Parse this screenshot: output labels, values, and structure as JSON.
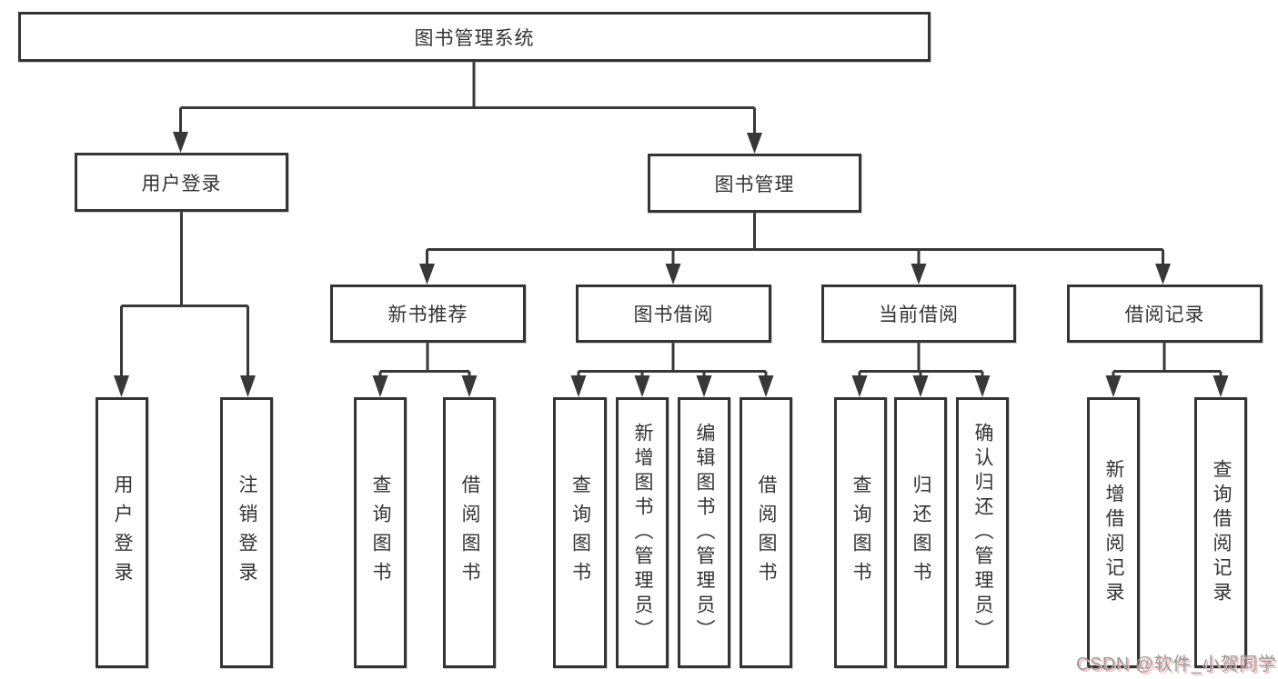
{
  "diagram": {
    "title_node": "图书管理系统",
    "nodes": {
      "root": "图书管理系统",
      "user_login": "用户登录",
      "book_mgmt": "图书管理",
      "new_book_rec": "新书推荐",
      "book_borrow": "图书借阅",
      "current_borrow": "当前借阅",
      "borrow_records": "借阅记录",
      "leaf_user_login": "用户登录",
      "leaf_logout": "注销登录",
      "leaf_query_book_1": "查询图书",
      "leaf_borrow_book_1": "借阅图书",
      "leaf_query_book_2": "查询图书",
      "leaf_add_book": "新增图书（管理员）",
      "leaf_edit_book": "编辑图书（管理员）",
      "leaf_borrow_book_2": "借阅图书",
      "leaf_query_book_3": "查询图书",
      "leaf_return_book": "归还图书",
      "leaf_confirm_return": "确认归还（管理员）",
      "leaf_add_record": "新增借阅记录",
      "leaf_query_record": "查询借阅记录"
    },
    "colors": {
      "line": "#383838",
      "box_border": "#343434",
      "text": "#333333",
      "watermark_text": "#9b9b9b",
      "watermark_shadow": "#f3b8b8"
    }
  },
  "watermark": {
    "text": "CSDN @软件_小贺同学"
  }
}
